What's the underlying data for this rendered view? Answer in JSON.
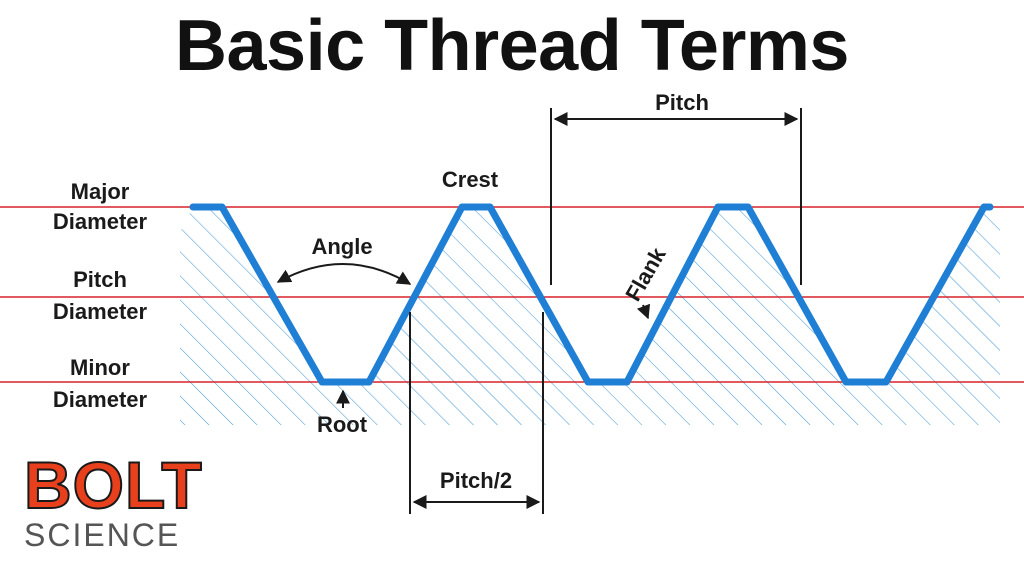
{
  "title": "Basic Thread Terms",
  "labels": {
    "major_1": "Major",
    "major_2": "Diameter",
    "pitch_d_1": "Pitch",
    "pitch_d_2": "Diameter",
    "minor_1": "Minor",
    "minor_2": "Diameter",
    "crest": "Crest",
    "angle": "Angle",
    "root": "Root",
    "flank": "Flank",
    "pitch": "Pitch",
    "half_pitch": "Pitch/2"
  },
  "logo": {
    "line1": "BOLT",
    "line2": "SCIENCE"
  },
  "colors": {
    "thread": "#1f7fd4",
    "diameter_lines": "#d8232a",
    "hatch": "#4a9bd6",
    "text": "#1a1a1a",
    "logo_red": "#e8401c",
    "logo_grey": "#555555"
  }
}
